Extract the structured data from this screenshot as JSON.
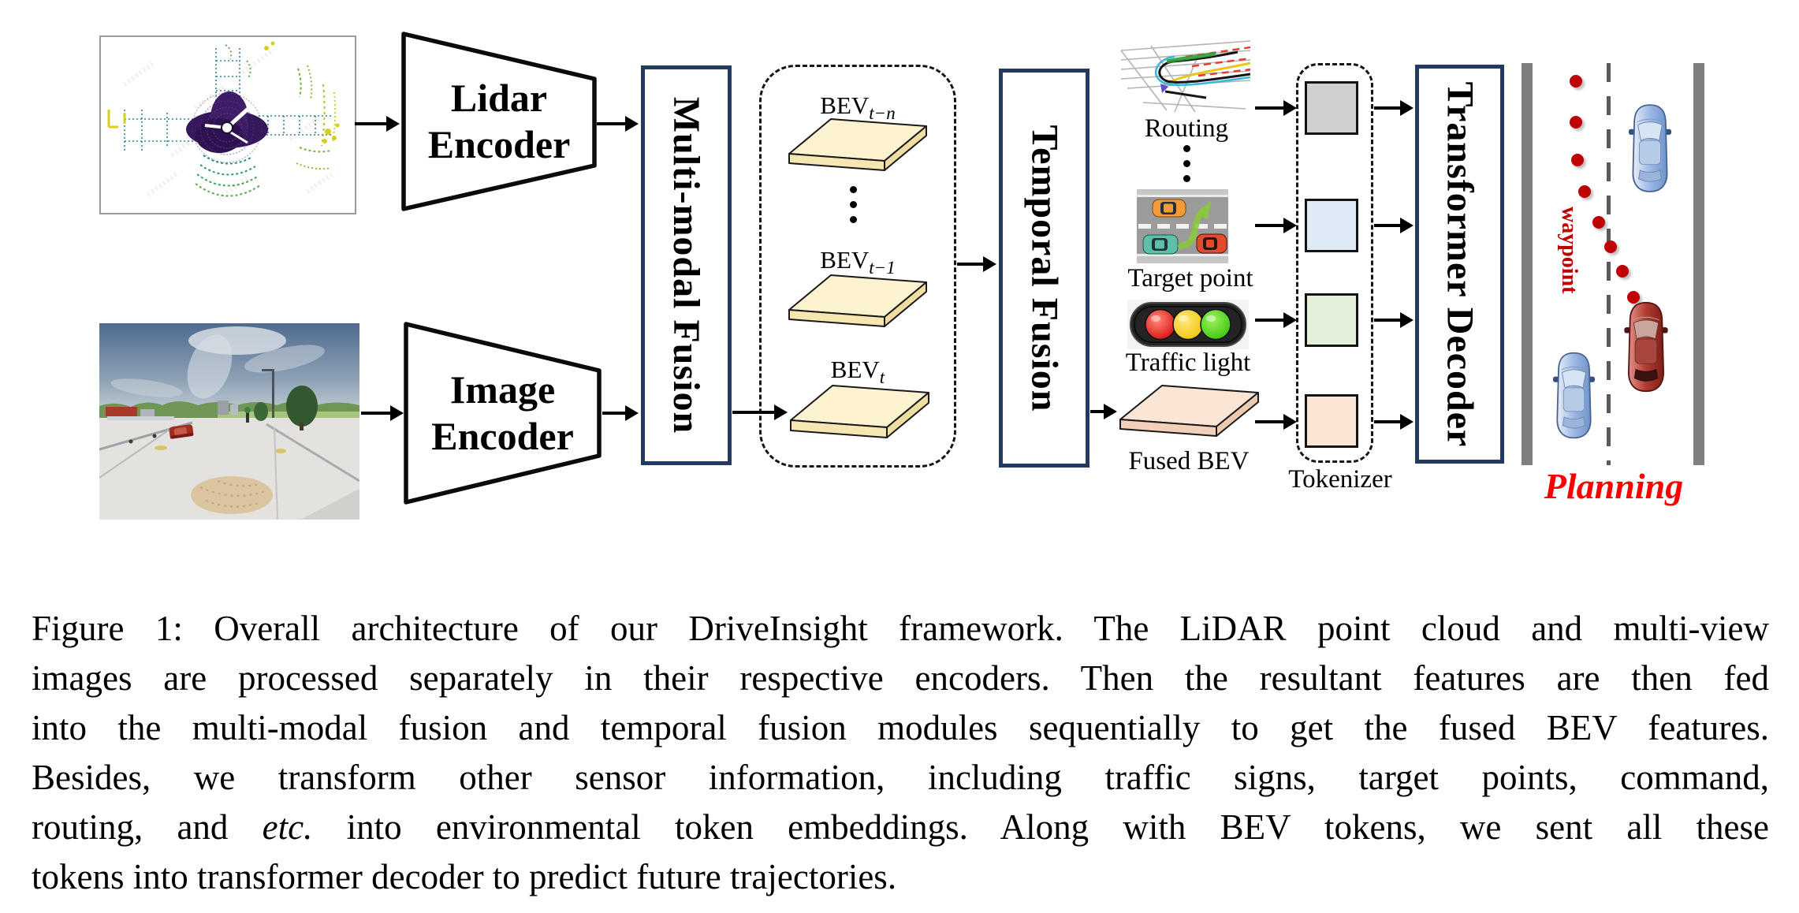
{
  "diagram": {
    "lidar_encoder": {
      "line1": "Lidar",
      "line2": "Encoder"
    },
    "image_encoder": {
      "line1": "Image",
      "line2": "Encoder"
    },
    "multimodal_fusion_label": "Multi-modal Fusion",
    "temporal_fusion_label": "Temporal Fusion",
    "transformer_decoder_label": "Transformer Decoder",
    "bev_stack": {
      "bev_base": "BEV",
      "bev_t_minus_n_sub": "t−n",
      "bev_t_minus_1_sub": "t−1",
      "bev_t_sub": "t"
    },
    "routing_label": "Routing",
    "target_point_label": "Target point",
    "traffic_light_label": "Traffic light",
    "fused_bev_label": "Fused BEV",
    "tokenizer_label": "Tokenizer",
    "waypoint_label": "waypoint",
    "planning_label": "Planning",
    "colors": {
      "box_border_navy": "#223a62",
      "token_routing_gray": "#d0cece",
      "token_target_blue": "#deeaf6",
      "token_traffic_green": "#e2efd9",
      "token_bev_peach": "#fbe5d5",
      "bev_slab_cream": "#fdf3d0",
      "fused_slab_peach": "#fbe5d5",
      "waypoint_red": "#c00000",
      "planning_red": "#fe0000",
      "road_gray": "#7f7f7f"
    }
  },
  "caption": {
    "line1": "Figure 1: Overall architecture of our DriveInsight framework. The LiDAR point cloud and multi-view",
    "line2": "images are processed separately in their respective encoders. Then the resultant features are then fed",
    "line3": "into the multi-modal fusion and temporal fusion modules sequentially to get the fused BEV features.",
    "line4": "Besides, we transform other sensor information, including traffic signs, target points, command,",
    "line5_pre": "routing, and ",
    "line5_italic": "etc.",
    "line5_post": " into environmental token embeddings. Along with BEV tokens, we sent all these",
    "line6": "tokens into transformer decoder to predict future trajectories."
  }
}
